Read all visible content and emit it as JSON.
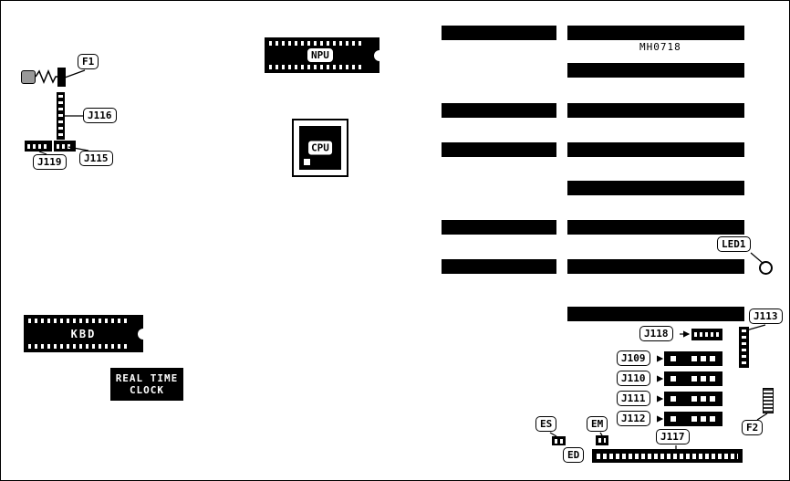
{
  "board": {
    "part_number": "MH0718"
  },
  "labels": {
    "f1": "F1",
    "j116": "J116",
    "j119": "J119",
    "j115": "J115",
    "npu": "NPU",
    "cpu": "CPU",
    "kbd": "KBD",
    "led1": "LED1",
    "j113": "J113",
    "j118": "J118",
    "j109": "J109",
    "j110": "J110",
    "j111": "J111",
    "j112": "J112",
    "es": "ES",
    "em": "EM",
    "ed": "ED",
    "j117": "J117",
    "f2": "F2"
  },
  "rtc": {
    "line1": "REAL TIME",
    "line2": "CLOCK"
  }
}
